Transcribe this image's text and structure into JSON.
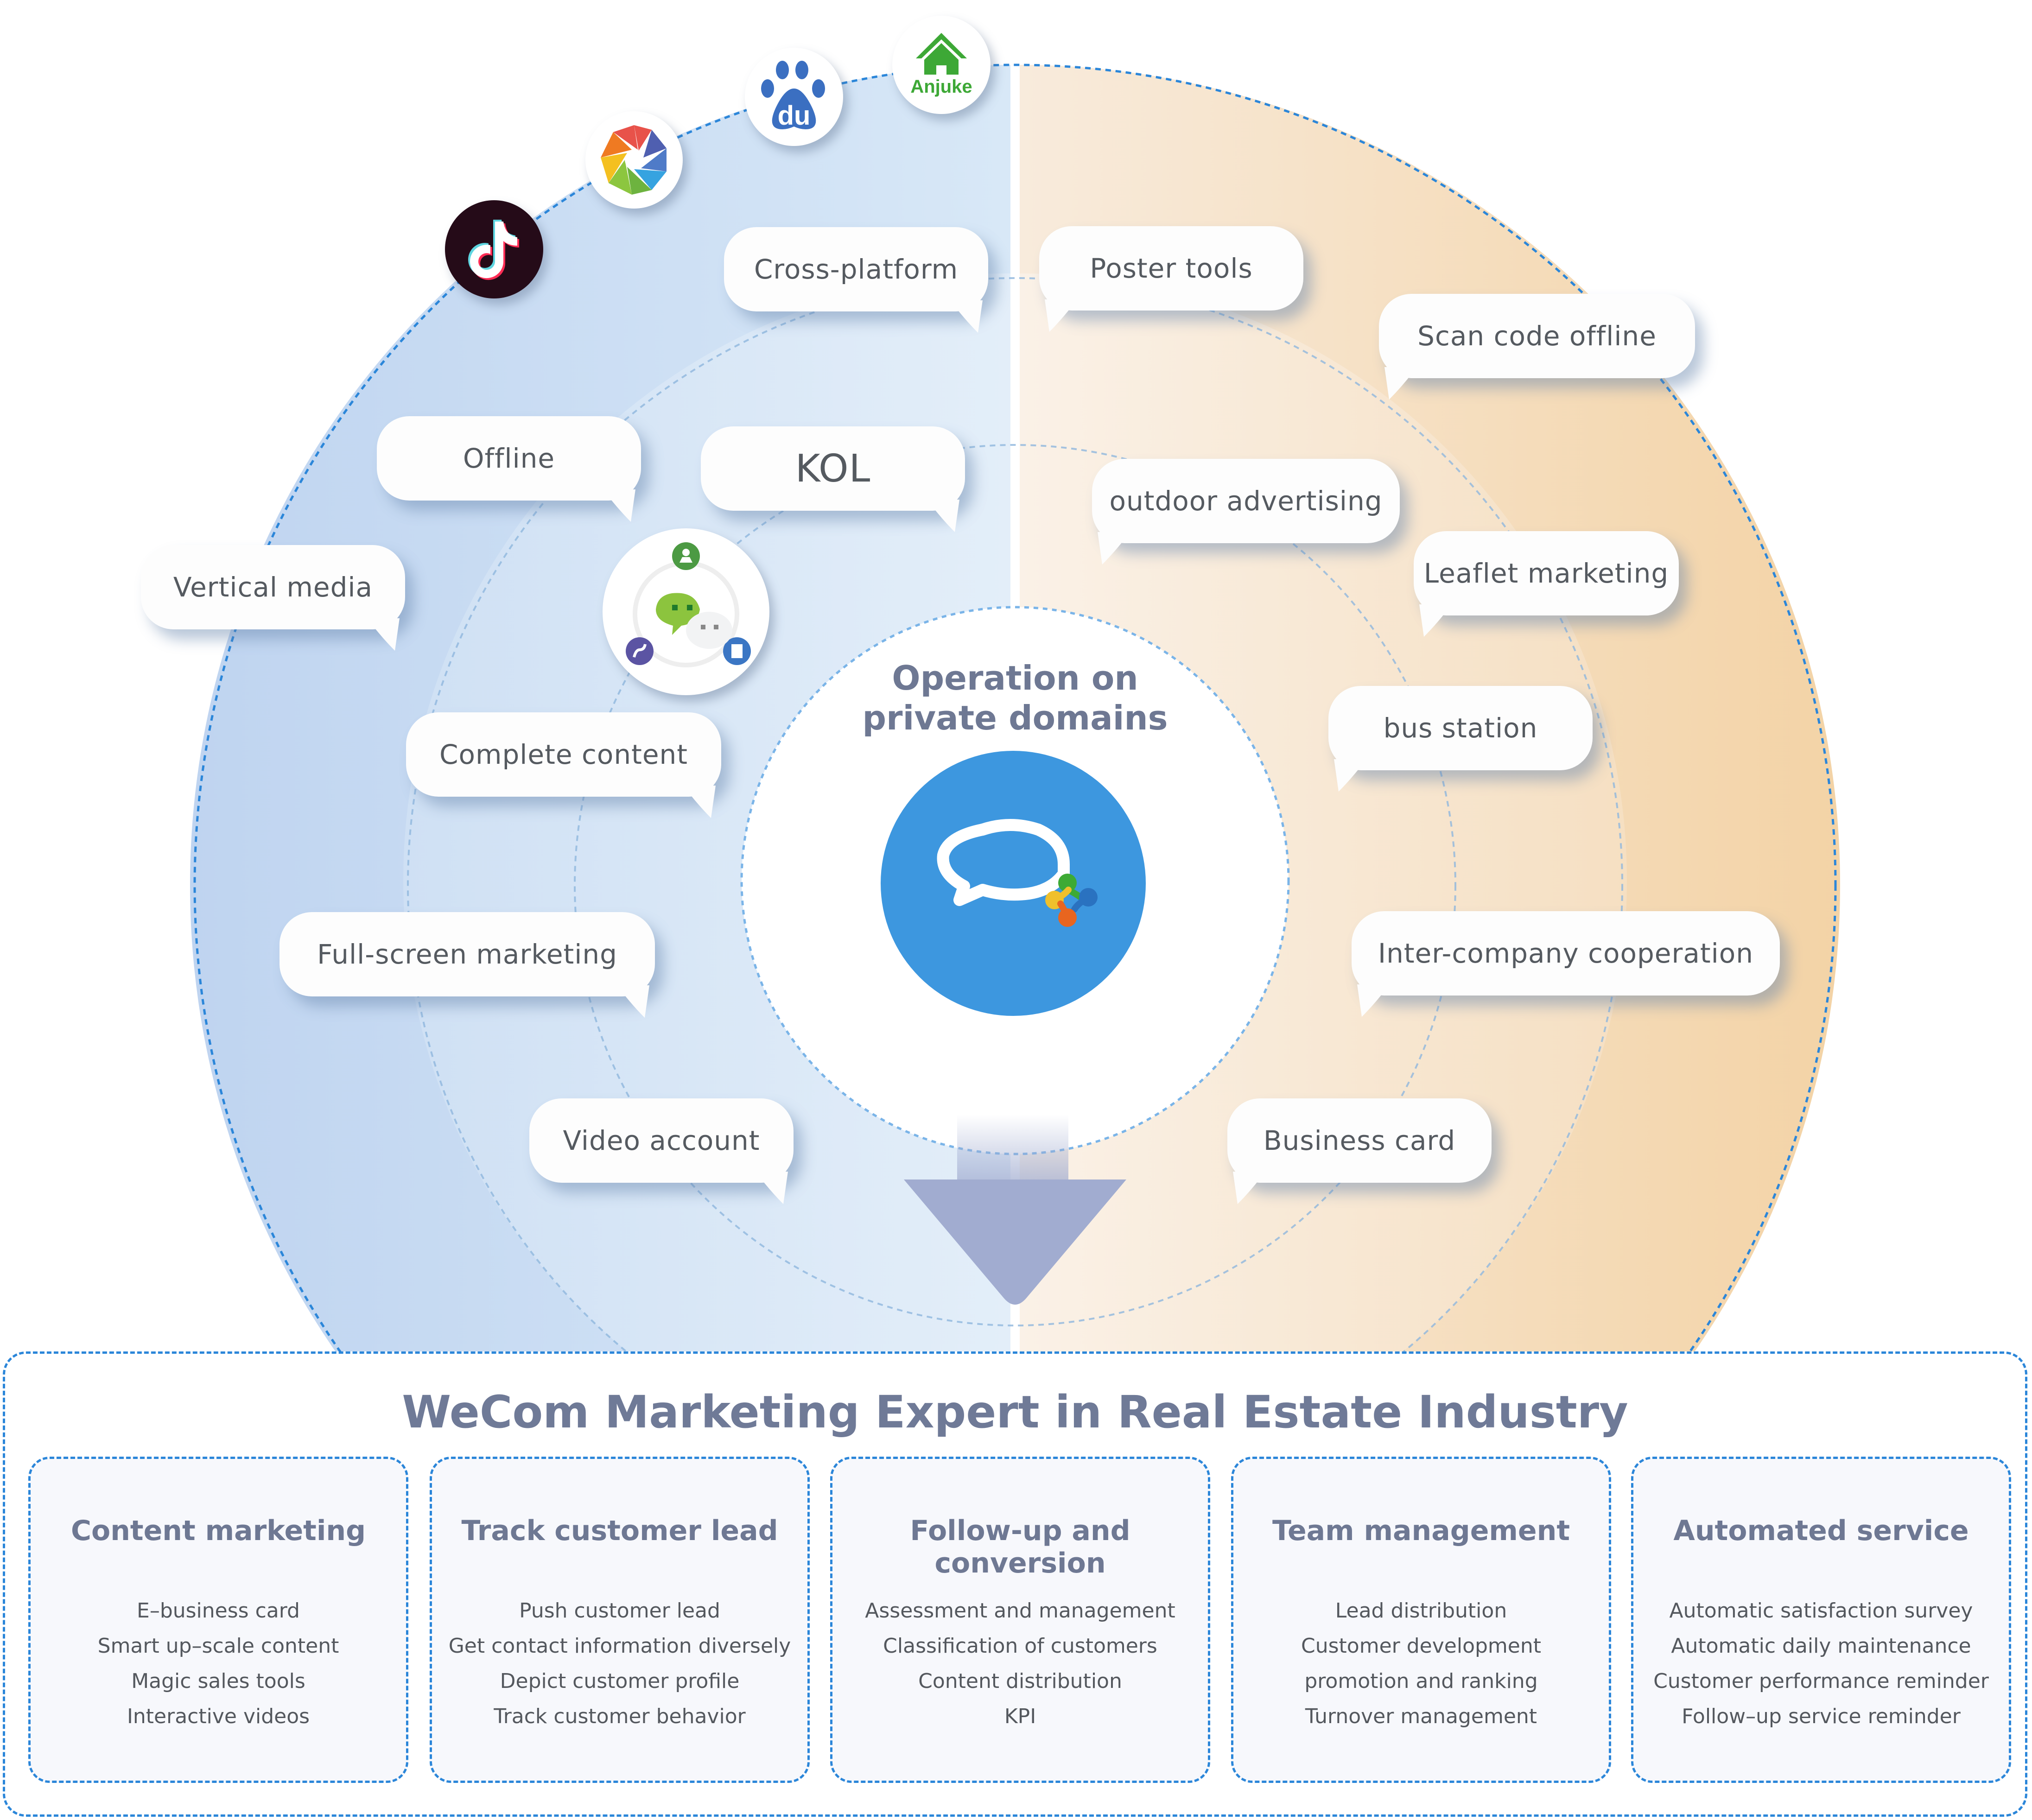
{
  "diagram": {
    "center": {
      "title_line1": "Operation on",
      "title_line2": "private domains",
      "logo": "wecom-logo-icon"
    },
    "platform_icons": [
      {
        "name": "tiktok-icon",
        "label": ""
      },
      {
        "name": "camera-aperture-icon",
        "label": ""
      },
      {
        "name": "baidu-icon",
        "label": "du"
      },
      {
        "name": "anjuke-icon",
        "label": "Anjuke"
      }
    ],
    "wechat_cluster": {
      "name": "wechat-icon"
    },
    "left_bubbles": [
      {
        "label": "Cross-platform"
      },
      {
        "label": "Offline"
      },
      {
        "label": "KOL"
      },
      {
        "label": "Vertical media"
      },
      {
        "label": "Complete content"
      },
      {
        "label": "Full-screen marketing"
      },
      {
        "label": "Video account"
      }
    ],
    "right_bubbles": [
      {
        "label": "Poster tools"
      },
      {
        "label": "Scan code offline"
      },
      {
        "label": "outdoor advertising"
      },
      {
        "label": "Leaflet marketing"
      },
      {
        "label": "bus station"
      },
      {
        "label": "Inter-company cooperation"
      },
      {
        "label": "Business card"
      }
    ],
    "colors": {
      "left_half": "#c6dbf2",
      "right_half": "#f4d6ae",
      "arrow": "#a1acd0",
      "wecom_blue": "#3d97df",
      "dashed_line": "#2b86d9",
      "title_text": "#6e7893"
    }
  },
  "panel": {
    "title": "WeCom Marketing Expert in Real Estate Industry",
    "cards": [
      {
        "title": "Content marketing",
        "items": [
          "E–business card",
          "Smart up–scale content",
          "Magic sales tools",
          "Interactive videos"
        ]
      },
      {
        "title": "Track customer lead",
        "items": [
          "Push customer lead",
          "Get contact information diversely",
          "Depict customer profile",
          "Track customer behavior"
        ]
      },
      {
        "title": "Follow-up and conversion",
        "items": [
          "Assessment and management",
          "Classification of customers",
          "Content distribution",
          "KPI"
        ]
      },
      {
        "title": "Team management",
        "items": [
          "Lead distribution",
          "Customer development",
          "promotion and ranking",
          "Turnover management"
        ]
      },
      {
        "title": "Automated service",
        "items": [
          "Automatic satisfaction survey",
          "Automatic daily maintenance",
          "Customer performance reminder",
          "Follow–up service reminder"
        ]
      }
    ]
  }
}
